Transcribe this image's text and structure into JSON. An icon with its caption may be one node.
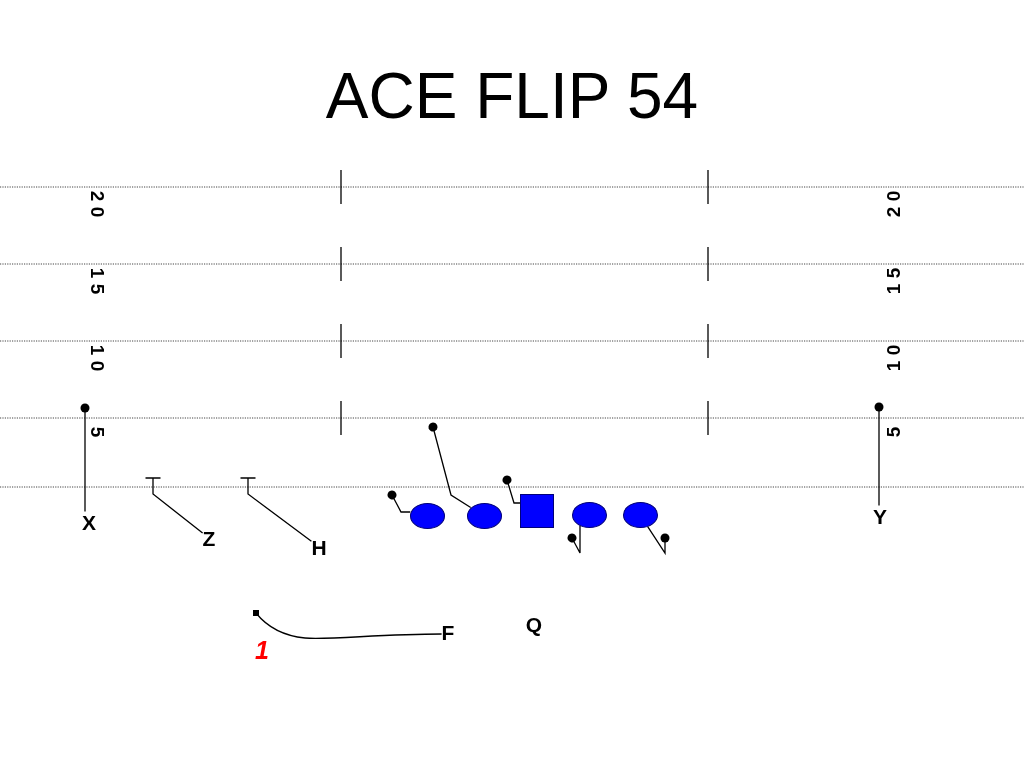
{
  "diagram": {
    "title": "ACE FLIP 54",
    "nodes": [
      {
        "text": [
          "X"
        ]
      },
      {
        "text": [
          "Z"
        ]
      },
      {
        "text": [
          "H"
        ]
      },
      {
        "text": [],
        "shape": "ellipse"
      },
      {
        "text": [],
        "shape": "ellipse"
      },
      {
        "text": [],
        "shape": "box"
      },
      {
        "text": [],
        "shape": "ellipse"
      },
      {
        "text": [],
        "shape": "ellipse"
      },
      {
        "text": [
          "Y"
        ]
      },
      {
        "text": [
          "F"
        ]
      }
    ],
    "edges": [
      {
        "from": 0,
        "to": null,
        "arrow": "other"
      },
      {
        "from": 1,
        "to": null,
        "arrow": "other"
      },
      {
        "from": 2,
        "to": null,
        "arrow": "other"
      },
      {
        "from": 3,
        "to": null,
        "arrow": "other"
      },
      {
        "from": 4,
        "to": null,
        "arrow": "other"
      },
      {
        "from": 5,
        "to": null,
        "arrow": "other"
      },
      {
        "from": 6,
        "to": null,
        "arrow": "other"
      },
      {
        "from": 7,
        "to": null,
        "arrow": "other"
      },
      {
        "from": 8,
        "to": null,
        "arrow": "other"
      },
      {
        "from": 9,
        "to": null,
        "arrow": "other"
      }
    ],
    "labels": [
      "2 0",
      "2 0",
      "1 5",
      "1 5",
      "1 0",
      "1 0",
      "5",
      "5",
      "Q",
      "1"
    ]
  }
}
